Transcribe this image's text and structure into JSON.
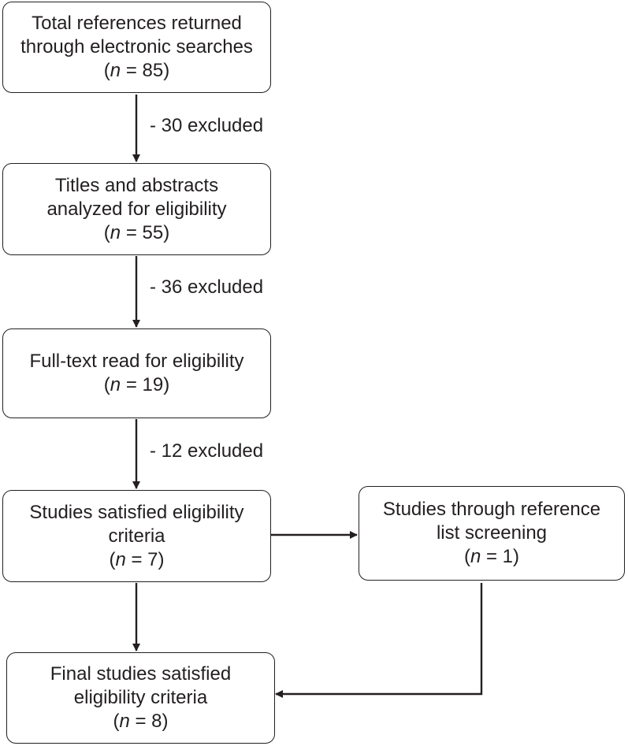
{
  "boxes": {
    "total": {
      "line1": "Total references returned",
      "line2": "through electronic searches",
      "n_label": "n",
      "n_value": " = 85)"
    },
    "titles": {
      "line1": "Titles and abstracts",
      "line2": "analyzed for eligibility",
      "n_label": "n",
      "n_value": " = 55)"
    },
    "fulltext": {
      "line1": "Full-text read for eligibility",
      "n_label": "n",
      "n_value": " = 19)"
    },
    "satisfied": {
      "line1": "Studies satisfied eligibility",
      "line2": "criteria",
      "n_label": "n",
      "n_value": " = 7)"
    },
    "reference": {
      "line1": "Studies through reference",
      "line2": "list screening",
      "n_label": "n",
      "n_value": " = 1)"
    },
    "final": {
      "line1": "Final studies satisfied",
      "line2": "eligibility criteria",
      "n_label": "n",
      "n_value": " = 8)"
    }
  },
  "exclusions": {
    "first": "- 30 excluded",
    "second": "- 36 excluded",
    "third": "- 12 excluded"
  },
  "open_paren": "("
}
